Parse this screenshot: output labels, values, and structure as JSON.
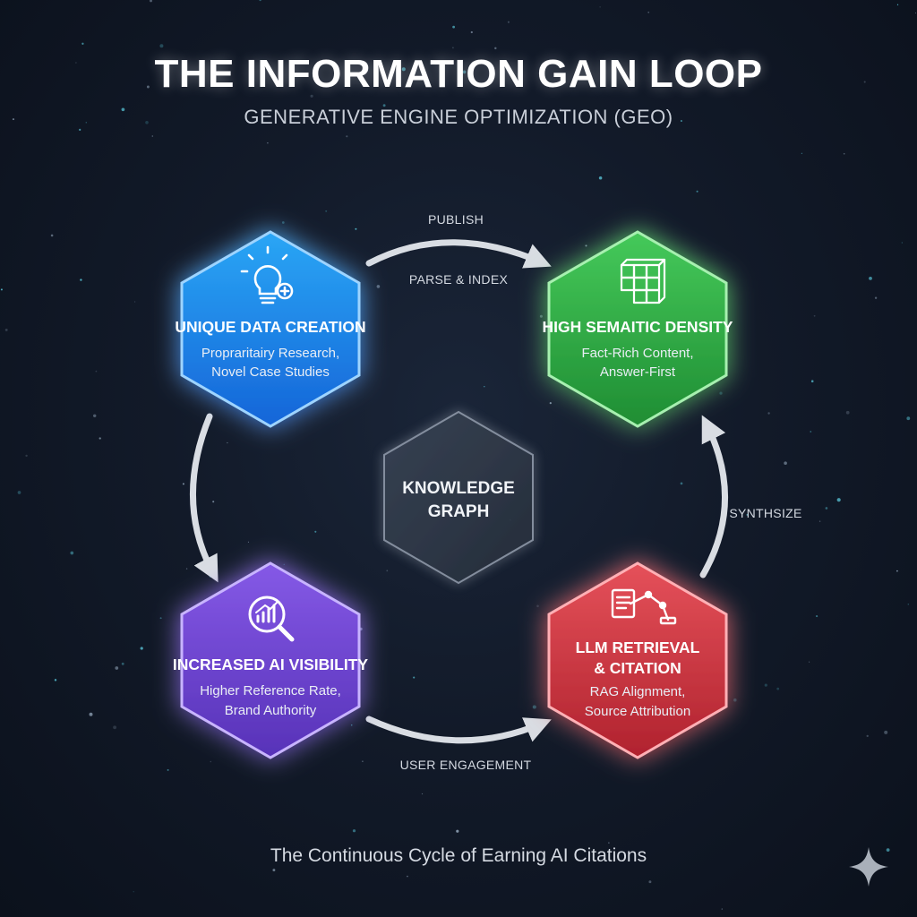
{
  "header": {
    "title": "THE INFORMATION GAIN LOOP",
    "subtitle": "GENERATIVE ENGINE OPTIMIZATION (GEO)"
  },
  "nodes": {
    "unique_data": {
      "title": "UNIQUE DATA CREATION",
      "desc_1": "Propraritairy Research,",
      "desc_2": "Novel Case Studies",
      "icon": "lightbulb-plus-icon",
      "color": "#1e8fe6"
    },
    "semantic_density": {
      "title": "HIGH SEMAITIC DENSITY",
      "desc_1": "Fact-Rich Content,",
      "desc_2": "Answer-First",
      "icon": "cubes-icon",
      "color": "#2fb54a"
    },
    "llm_retrieval": {
      "title_1": "LLM RETRIEVAL",
      "title_2": "& CITATION",
      "desc_1": "RAG Alignment,",
      "desc_2": "Source Attribution",
      "icon": "document-robot-arm-icon",
      "color": "#d93a45"
    },
    "ai_visibility": {
      "title": "INCREASED AI VISIBILITY",
      "desc_1": "Higher Reference Rate,",
      "desc_2": "Brand Authority",
      "icon": "magnifier-chart-icon",
      "color": "#7048d6"
    },
    "center": {
      "title_1": "KNOWLEDGE",
      "title_2": "GRAPH"
    }
  },
  "flows": {
    "publish": "PUBLISH",
    "parse_index": "PARSE & INDEX",
    "synthsize": "SYNTHSIZE",
    "user_engagement": "USER ENGAGEMENT"
  },
  "footer": {
    "caption": "The Continuous Cycle of Earning AI Citations"
  },
  "decor": {
    "sparkle_icon": "sparkle-icon"
  }
}
